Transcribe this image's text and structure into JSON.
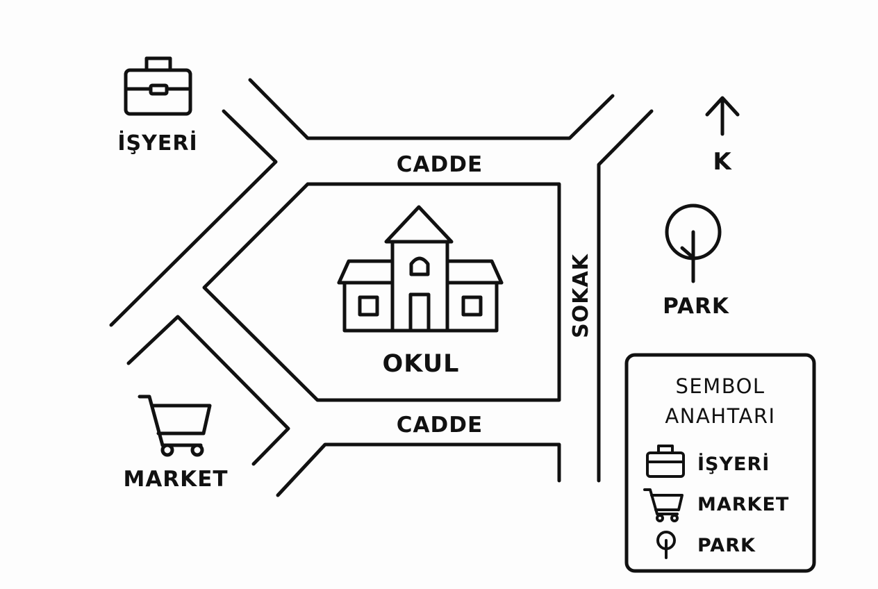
{
  "colors": {
    "ink": "#111111",
    "background": "#fdfdfd"
  },
  "labels": {
    "workplace": "İŞYERİ",
    "street_top": "CADDE",
    "street_bottom": "CADDE",
    "alley": "SOKAK",
    "school": "OKUL",
    "park": "PARK",
    "market": "MARKET",
    "north": "K"
  },
  "legend": {
    "title_line1": "SEMBOL",
    "title_line2": "ANAHTARI",
    "items": [
      {
        "icon": "briefcase-icon",
        "label": "İŞYERİ"
      },
      {
        "icon": "shopping-cart-icon",
        "label": "MARKET"
      },
      {
        "icon": "tree-icon",
        "label": "PARK"
      }
    ]
  }
}
